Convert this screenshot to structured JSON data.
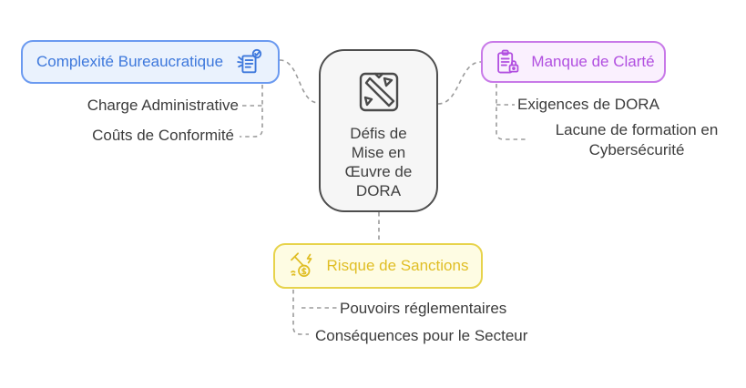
{
  "colors": {
    "canvas_bg": "#ffffff",
    "connector": "#9b9b9b",
    "subtopic_text": "#3c3c3c",
    "center_fill": "#f6f6f6",
    "center_border": "#4d4d4d",
    "center_text": "#3f3f3f",
    "blue_accent": "#3d78dc",
    "blue_border": "#6b9af0",
    "blue_fill": "#eaf2fd",
    "purple_accent": "#b14fe0",
    "purple_border": "#c879e8",
    "purple_fill": "#faf0fe",
    "yellow_accent": "#e0be25",
    "yellow_border": "#e7d34b",
    "yellow_fill": "#fefce3"
  },
  "center": {
    "label": "Défis de Mise en Œuvre de DORA",
    "label_lines": [
      "Défis de",
      "Mise en",
      "Œuvre de",
      "DORA"
    ],
    "icon": "dora-logo-icon"
  },
  "branches": [
    {
      "label": "Complexité Bureaucratique",
      "icon": "bureaucracy-document-check-icon",
      "color": "#3d78dc",
      "subtopics": [
        "Charge Administrative",
        "Coûts de Conformité"
      ]
    },
    {
      "label": "Manque de Clarté",
      "icon": "clipboard-lock-icon",
      "color": "#b14fe0",
      "subtopics": [
        "Exigences de DORA",
        "Lacune de formation en Cybersécurité"
      ]
    },
    {
      "label": "Risque de Sanctions",
      "icon": "gavel-dollar-icon",
      "color": "#e0be25",
      "subtopics": [
        "Pouvoirs réglementaires",
        "Conséquences pour le Secteur"
      ]
    }
  ]
}
